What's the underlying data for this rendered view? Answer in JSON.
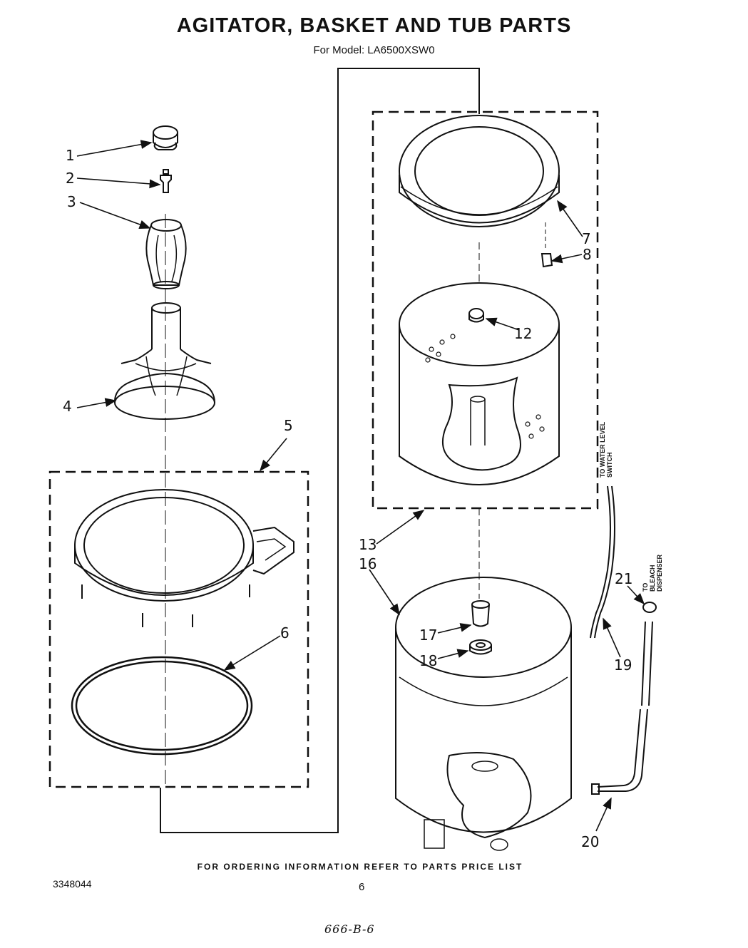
{
  "header": {
    "title": "AGITATOR, BASKET AND TUB PARTS",
    "subtitle": "For Model: LA6500XSW0"
  },
  "callouts": {
    "c1": "1",
    "c2": "2",
    "c3": "3",
    "c4": "4",
    "c5": "5",
    "c6": "6",
    "c7": "7",
    "c8": "8",
    "c12": "12",
    "c13": "13",
    "c16": "16",
    "c17": "17",
    "c18": "18",
    "c19": "19",
    "c20": "20",
    "c21": "21"
  },
  "side_labels": {
    "water_level_1": "TO WATER LEVEL",
    "water_level_2": "SWITCH",
    "bleach_1": "TO",
    "bleach_2": "BLEACH",
    "bleach_3": "DISPENSER"
  },
  "footer": {
    "ordering_note": "FOR ORDERING INFORMATION REFER TO PARTS PRICE LIST",
    "doc_number": "3348044",
    "page_number": "6",
    "handwritten": "666-B-6"
  }
}
